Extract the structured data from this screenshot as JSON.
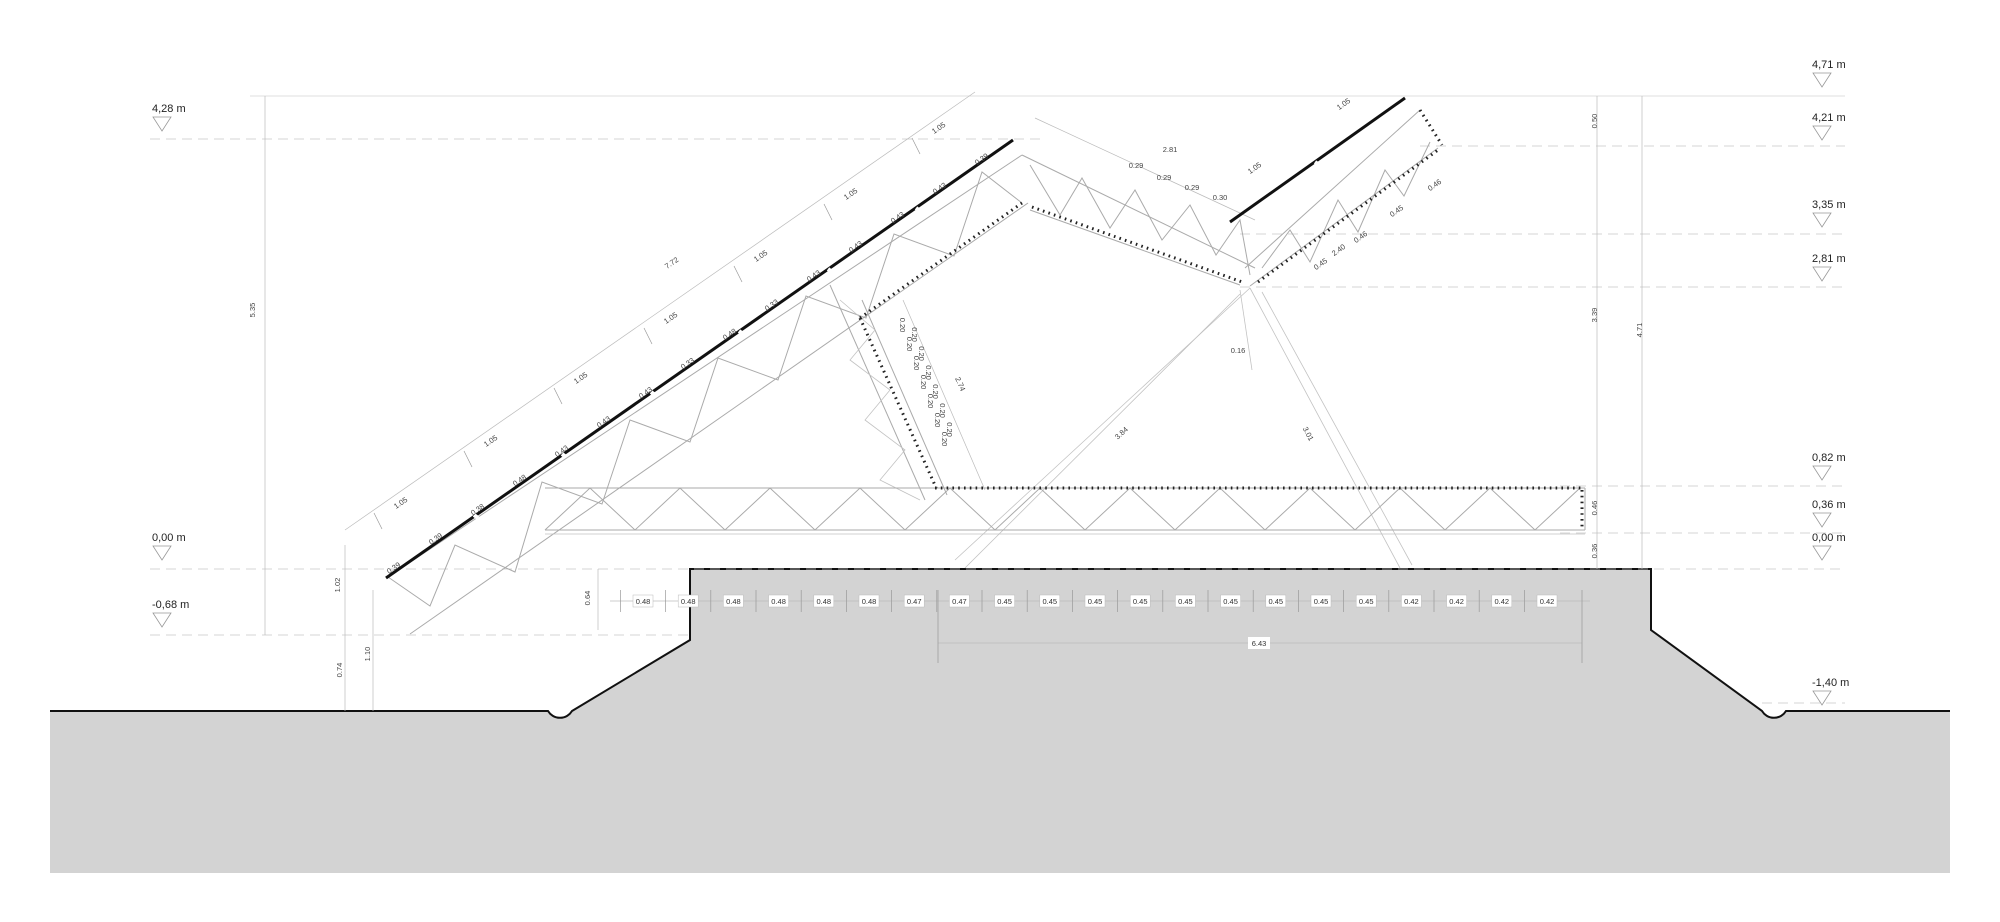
{
  "levels_left": [
    {
      "label": "4,28 m"
    },
    {
      "label": "0,00 m"
    },
    {
      "label": "-0,68 m"
    }
  ],
  "levels_right": [
    {
      "label": "4,71 m"
    },
    {
      "label": "4,21 m"
    },
    {
      "label": "3,35 m"
    },
    {
      "label": "2,81 m"
    },
    {
      "label": "0,82 m"
    },
    {
      "label": "0,36 m"
    },
    {
      "label": "0,00 m"
    },
    {
      "label": "-1,40 m"
    }
  ],
  "vertical_dims": {
    "left_total": "5.35",
    "left_1": "1.02",
    "left_2": "0.64",
    "left_3": "1.10",
    "left_4": "0.74",
    "right_top": "0.50",
    "right_mid": "3.39",
    "right_total": "4.71",
    "right_a": "0.46",
    "right_b": "0.36"
  },
  "left_slope": {
    "overall": "7.72",
    "segments": [
      "1.05",
      "1.05",
      "1.05",
      "1.05",
      "1.05",
      "1.05",
      "1.05"
    ],
    "small": [
      "0.39",
      "0.39",
      "0.38",
      "0.48",
      "0.43",
      "0.43",
      "0.43",
      "0.33",
      "0.48",
      "0.33",
      "0.43",
      "0.43",
      "0.43",
      "0.43",
      "0.39"
    ]
  },
  "middle_slope": {
    "overall": "2.81",
    "small": [
      "0.29",
      "0.29",
      "0.29",
      "0.30"
    ]
  },
  "right_slope": {
    "top": "1.05",
    "segment": "1.05",
    "small": [
      "0.46",
      "0.45",
      "0.46",
      "0.45"
    ],
    "length": "2.40",
    "post": "0.16"
  },
  "diagonal": {
    "length": "2.74",
    "spacings": [
      "0.20",
      "0.20",
      "0.20",
      "0.20",
      "0.20",
      "0.20",
      "0.20",
      "0.20",
      "0.20",
      "0.20",
      "0.20",
      "0.20",
      "0.20"
    ]
  },
  "interior": {
    "left": "3.84",
    "right": "3.01"
  },
  "deck_spacing": [
    "0.48",
    "0.48",
    "0.48",
    "0.48",
    "0.48",
    "0.48",
    "0.47",
    "0.47",
    "0.45",
    "0.45",
    "0.45",
    "0.45",
    "0.45",
    "0.45",
    "0.45",
    "0.45",
    "0.45",
    "0.42",
    "0.42",
    "0.42",
    "0.42"
  ],
  "deck_total": "6.43"
}
